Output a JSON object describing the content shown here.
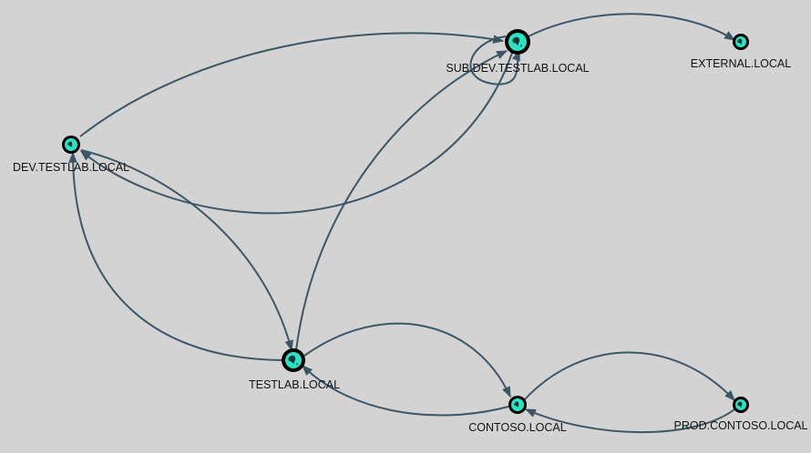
{
  "graph": {
    "nodes": [
      {
        "id": "sub",
        "label": "SUB.DEV.TESTLAB.LOCAL",
        "icon": "globe-icon",
        "size": "large"
      },
      {
        "id": "ext",
        "label": "EXTERNAL.LOCAL",
        "icon": "globe-icon",
        "size": "small"
      },
      {
        "id": "dev",
        "label": "DEV.TESTLAB.LOCAL",
        "icon": "globe-icon",
        "size": "small"
      },
      {
        "id": "test",
        "label": "TESTLAB.LOCAL",
        "icon": "globe-icon",
        "size": "large"
      },
      {
        "id": "contoso",
        "label": "CONTOSO.LOCAL",
        "icon": "globe-icon",
        "size": "small"
      },
      {
        "id": "prod",
        "label": "PROD.CONTOSO.LOCAL",
        "icon": "globe-icon",
        "size": "small"
      }
    ],
    "edges": [
      {
        "from": "dev",
        "to": "sub"
      },
      {
        "from": "sub",
        "to": "dev"
      },
      {
        "from": "dev",
        "to": "test"
      },
      {
        "from": "test",
        "to": "dev"
      },
      {
        "from": "test",
        "to": "sub"
      },
      {
        "from": "sub",
        "to": "ext"
      },
      {
        "from": "sub",
        "to": "sub"
      },
      {
        "from": "test",
        "to": "contoso"
      },
      {
        "from": "contoso",
        "to": "test"
      },
      {
        "from": "contoso",
        "to": "prod"
      },
      {
        "from": "prod",
        "to": "contoso"
      }
    ],
    "colors": {
      "background": "#d3d3d3",
      "edge": "#3d5666",
      "node": "#2ee0c4",
      "ring": "#000000"
    }
  }
}
